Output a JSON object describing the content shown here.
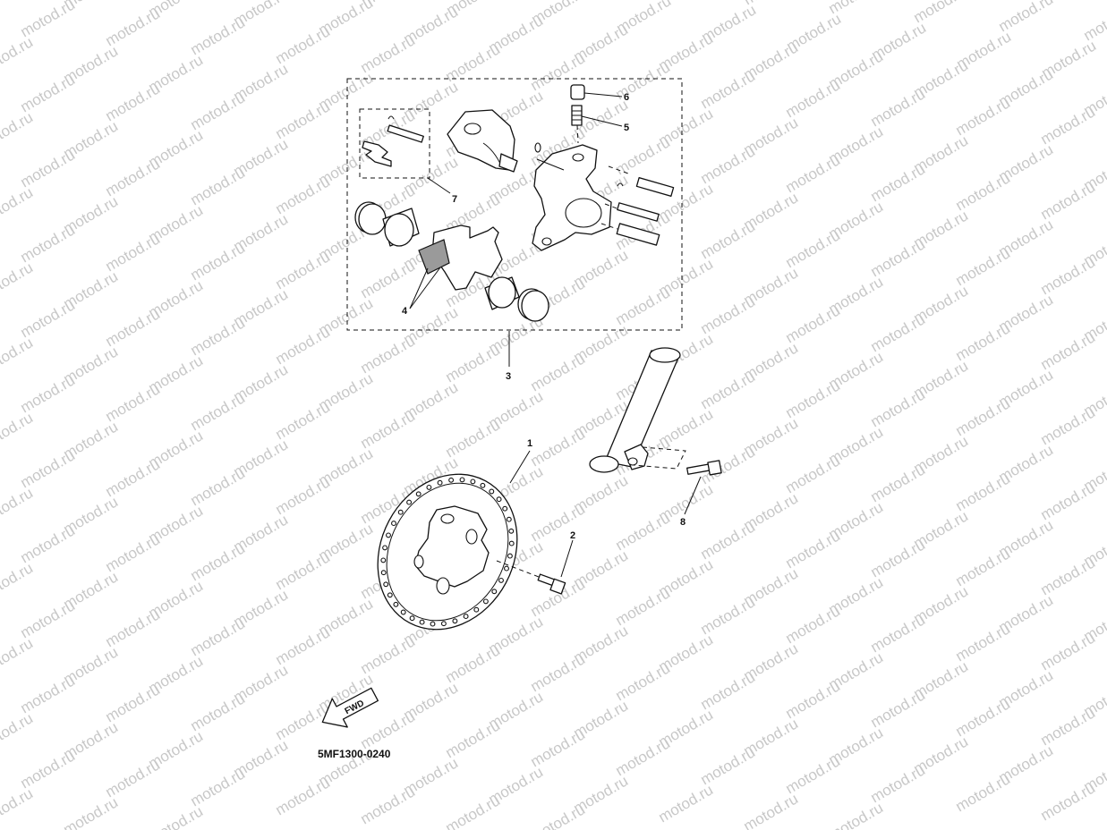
{
  "watermark": {
    "text": "motod.ru"
  },
  "callouts": [
    "1",
    "2",
    "3",
    "4",
    "5",
    "6",
    "7",
    "8"
  ],
  "fwd_label": "FWD",
  "diagram_code": "5MF1300-0240",
  "colors": {
    "line": "#111111",
    "watermark": "#c8c8c8",
    "pad": "#9a9a9a"
  }
}
